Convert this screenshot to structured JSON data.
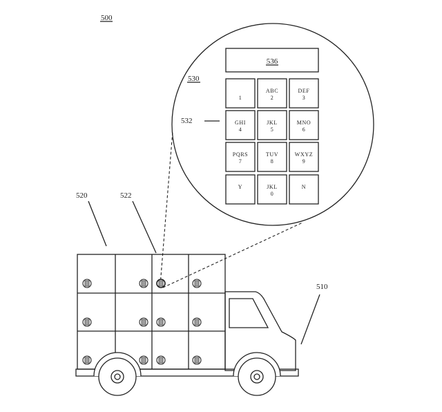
{
  "figure": {
    "ref_500": "500",
    "ref_530": "530",
    "ref_532": "532",
    "ref_536": "536",
    "ref_520": "520",
    "ref_522": "522",
    "ref_510": "510"
  },
  "keypad": {
    "keys": [
      {
        "letters": "",
        "digit": "1"
      },
      {
        "letters": "ABC",
        "digit": "2"
      },
      {
        "letters": "DEF",
        "digit": "3"
      },
      {
        "letters": "GHI",
        "digit": "4"
      },
      {
        "letters": "JKL",
        "digit": "5"
      },
      {
        "letters": "MNO",
        "digit": "6"
      },
      {
        "letters": "PQRS",
        "digit": "7"
      },
      {
        "letters": "TUV",
        "digit": "8"
      },
      {
        "letters": "WXYZ",
        "digit": "9"
      },
      {
        "letters": "Y",
        "digit": ""
      },
      {
        "letters": "JKL",
        "digit": "0"
      },
      {
        "letters": "N",
        "digit": ""
      }
    ]
  },
  "icons": {
    "keypad": "keypad-icon",
    "truck": "delivery-truck-icon"
  }
}
